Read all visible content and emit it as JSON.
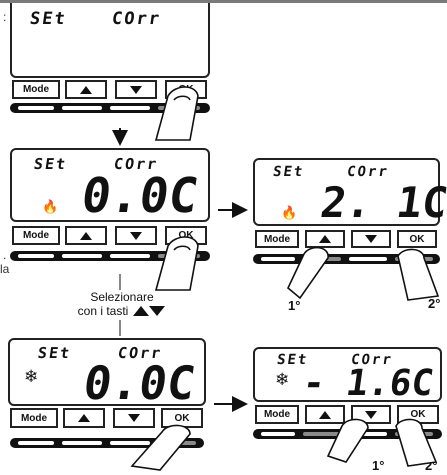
{
  "labels": {
    "edge_colon": ":",
    "edge_dot": ".",
    "edge_la": "la",
    "selezionare_line1": "Selezionare",
    "selezionare_line2": "con i tasti"
  },
  "buttons": {
    "mode": "Mode",
    "ok": "OK"
  },
  "panels": [
    {
      "line1a": "SEt",
      "line1b": "COrr",
      "big": ""
    },
    {
      "line1a": "SEt",
      "line1b": "COrr",
      "big": "0.0C",
      "mode_icon": "flame-icon"
    },
    {
      "line1a": "SEt",
      "line1b": "COrr",
      "big": "2. 1C",
      "mode_icon": "flame-icon"
    },
    {
      "line1a": "SEt",
      "line1b": "COrr",
      "big": "0.0C",
      "mode_icon": "snowflake-icon"
    },
    {
      "line1a": "SEt",
      "line1b": "COrr",
      "big": "- 1.6C",
      "mode_icon": "snowflake-icon"
    }
  ],
  "ordinals": {
    "first": "1°",
    "second": "2°"
  },
  "colors": {
    "outline": "#222222",
    "selected_segment": "#8a8a8a",
    "top_bar": "#7a7a7a"
  }
}
